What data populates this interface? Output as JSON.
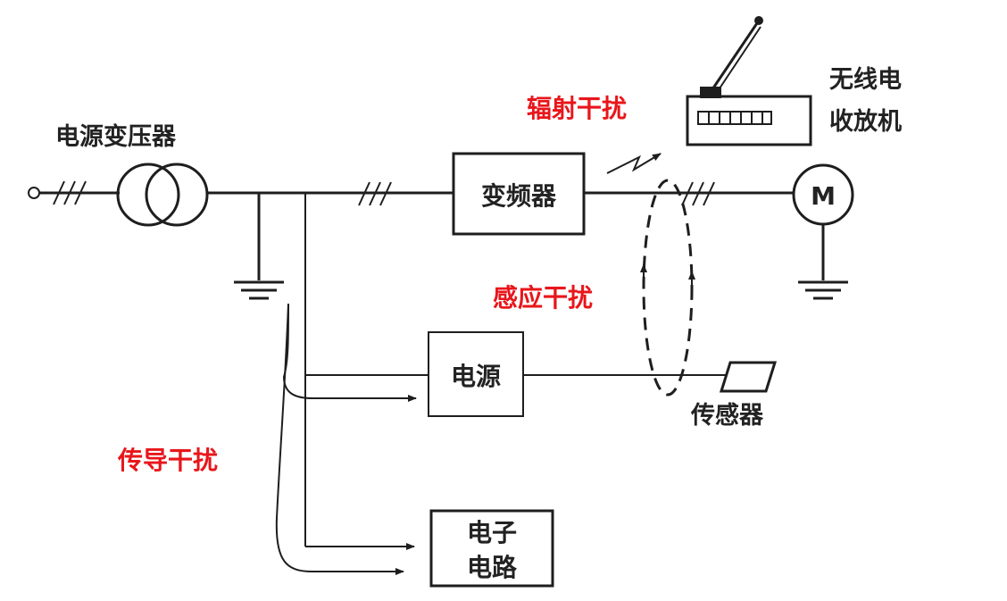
{
  "labels": {
    "transformer": "电源变压器",
    "inverter": "变频器",
    "radio_line1": "无线电",
    "radio_line2": "收放机",
    "motor": "M",
    "power_supply": "电源",
    "sensor": "传感器",
    "electronic_line1": "电子",
    "electronic_line2": "电路"
  },
  "interference": {
    "radiated": "辐射干扰",
    "induced": "感应干扰",
    "conducted": "传导干扰"
  },
  "colors": {
    "interference_text": "#e8161b",
    "line": "#1e1e1e"
  }
}
